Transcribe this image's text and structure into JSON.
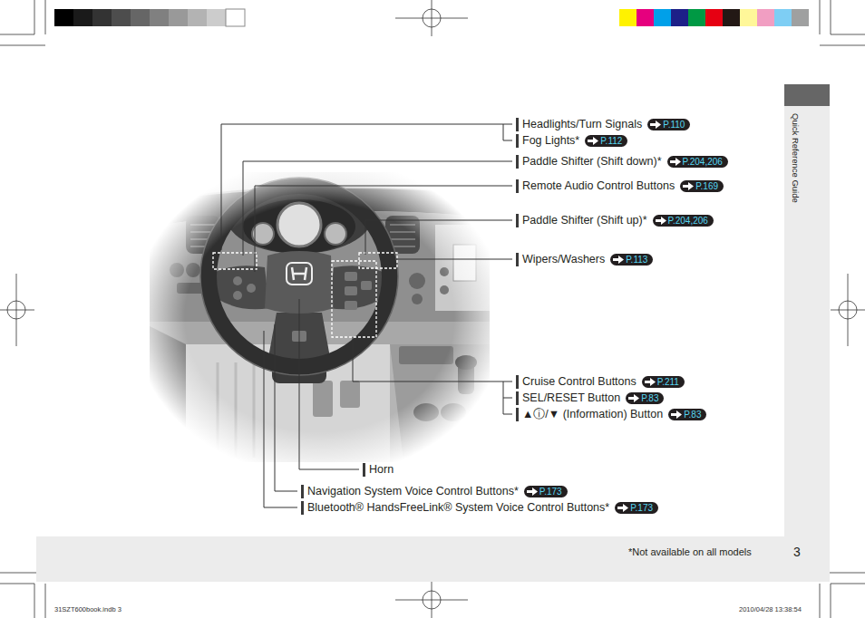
{
  "diagram": {
    "nodes": [
      {
        "text": [
          "Quick Reference Guide"
        ]
      },
      {
        "text": [
          "*Not available on all models",
          "3"
        ]
      },
      {
        "text": [
          "P.110"
        ]
      },
      {
        "text": [
          "P.112"
        ]
      },
      {
        "text": [
          "P.204,206"
        ]
      },
      {
        "text": [
          "P.169"
        ]
      },
      {
        "text": [
          "P.204,206"
        ]
      },
      {
        "text": [
          "P.113"
        ]
      },
      {
        "text": [
          "P.211"
        ]
      },
      {
        "text": [
          "P.83"
        ]
      },
      {
        "text": [
          "P.83"
        ]
      },
      {
        "text": [
          "P.173"
        ]
      },
      {
        "text": [
          "P.173"
        ]
      }
    ],
    "labels": [
      "Headlights/Turn Signals",
      "Fog Lights*",
      "Paddle Shifter (Shift down)*",
      "Remote Audio Control Buttons",
      "Paddle Shifter (Shift up)*",
      "Wipers/Washers",
      "Cruise Control Buttons",
      "SEL/RESET Button",
      "▲ⓘ/▼ (Information) Button",
      "Horn",
      "Navigation System Voice Control Buttons*",
      "Bluetooth® HandsFreeLink® System Voice Control Buttons*",
      "31SZT600book.indb 3",
      "2010/04/28 13:38:54"
    ]
  }
}
